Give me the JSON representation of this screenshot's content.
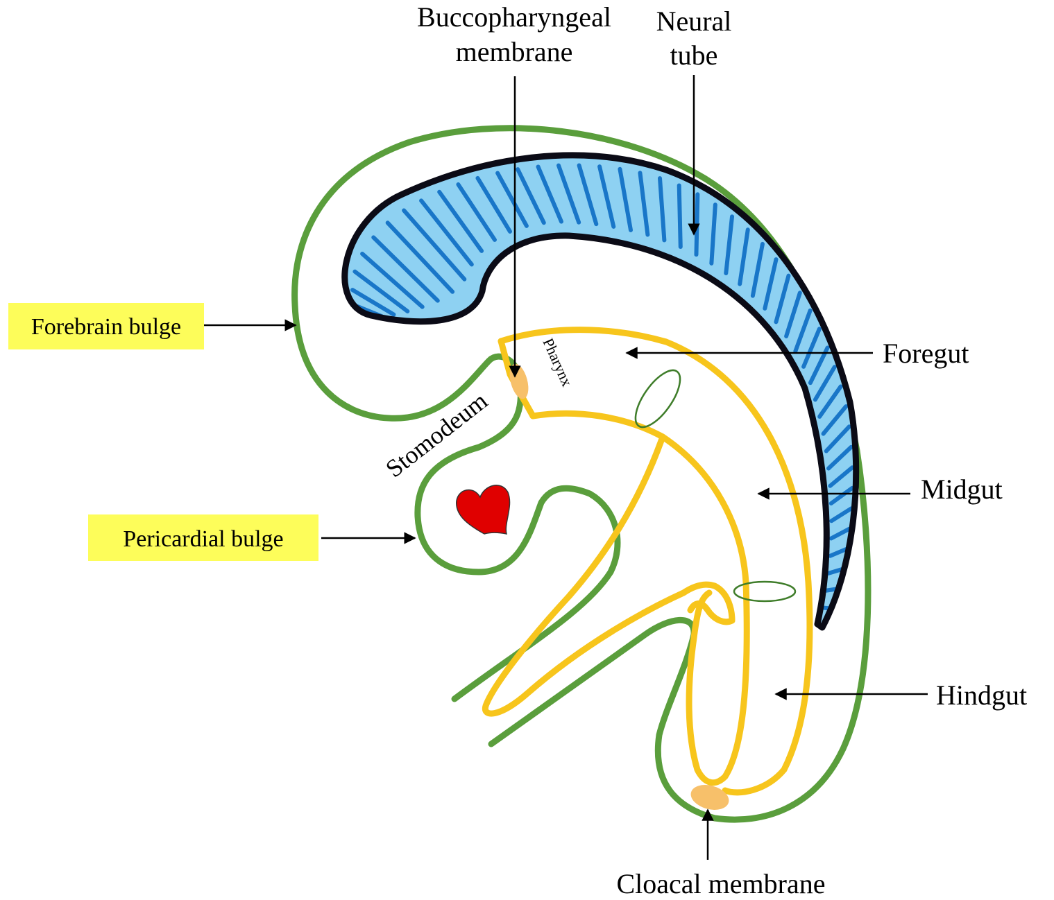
{
  "labels": {
    "buccopharyngeal_line1": "Buccopharyngeal",
    "buccopharyngeal_line2": "membrane",
    "neural_tube_line1": "Neural",
    "neural_tube_line2": "tube",
    "forebrain_bulge": "Forebrain bulge",
    "pericardial_bulge": "Pericardial bulge",
    "foregut": "Foregut",
    "midgut": "Midgut",
    "hindgut": "Hindgut",
    "cloacal_membrane": "Cloacal membrane",
    "stomodeum": "Stomodeum",
    "pharynx": "Pharynx"
  },
  "colors": {
    "ectoderm_green": "#5a9e3c",
    "endoderm_yellow": "#f7c51c",
    "neural_fill": "#8ed1f2",
    "neural_stripe": "#1976c8",
    "neural_outline": "#0b0b16",
    "membrane_orange": "#f7c06a",
    "heart_red": "#e00000",
    "highlight_yellow": "#fdfd5a"
  }
}
